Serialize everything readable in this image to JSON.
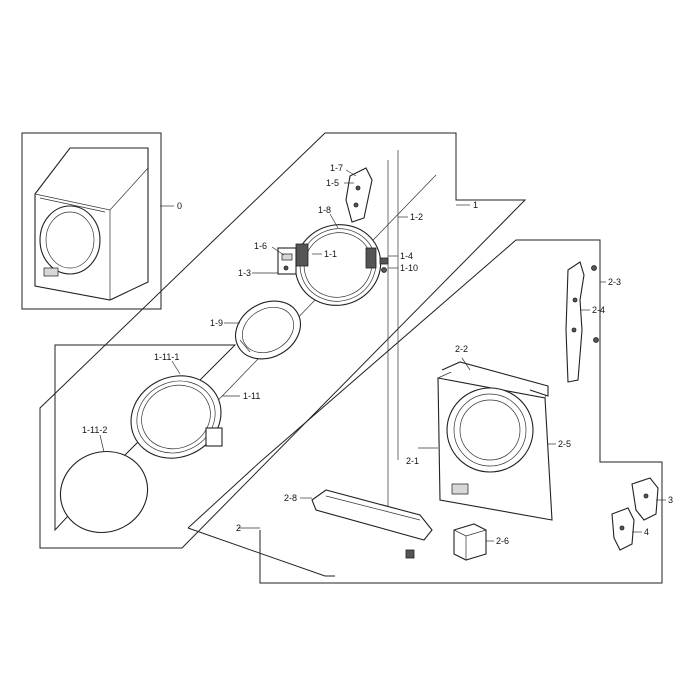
{
  "callouts": {
    "c0": "0",
    "c1": "1",
    "c1_2": "1-2",
    "c1_3": "1-3",
    "c1_4": "1-4",
    "c1_5": "1-5",
    "c1_6": "1-6",
    "c1_7": "1-7",
    "c1_8": "1-8",
    "c1_9": "1-9",
    "c1_10": "1-10",
    "c1_11": "1-11",
    "c1_11_1": "1-11-1",
    "c1_11_2": "1-11-2",
    "c1_1": "1-1",
    "c2": "2",
    "c2_1": "2-1",
    "c2_2": "2-2",
    "c2_3": "2-3",
    "c2_4": "2-4",
    "c2_5": "2-5",
    "c2_6": "2-6",
    "c2_8": "2-8",
    "c3": "3",
    "c4": "4"
  }
}
